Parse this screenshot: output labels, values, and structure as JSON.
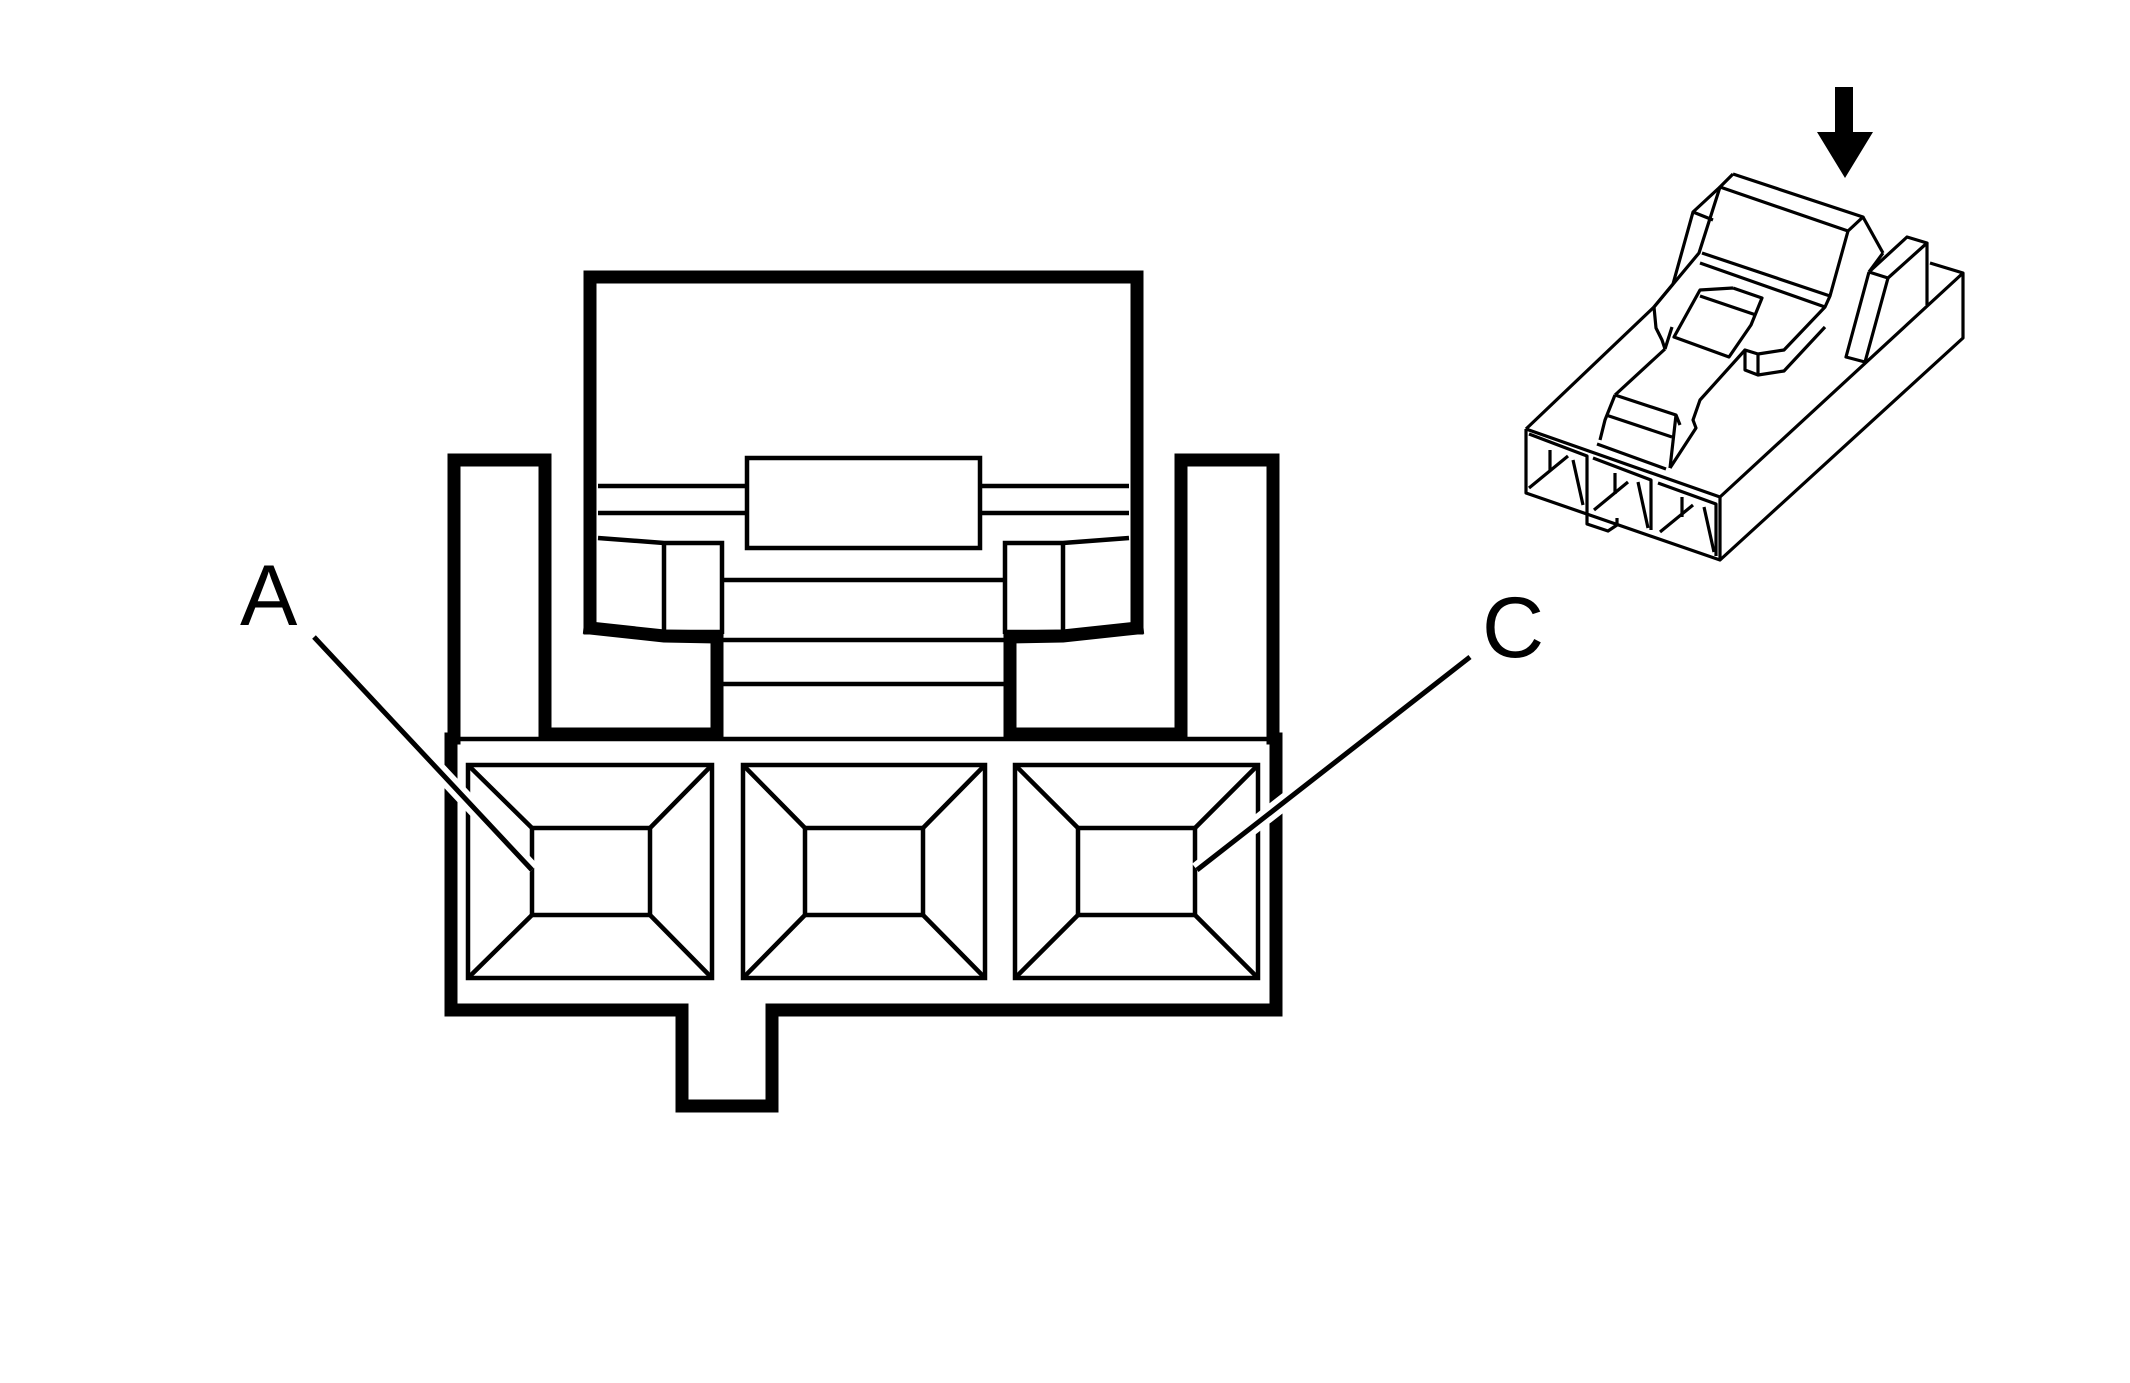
{
  "diagram": {
    "type": "electrical-connector-face-view",
    "cavity_count": 3,
    "labels": {
      "first_cavity": "A",
      "last_cavity": "C"
    },
    "inset": {
      "description": "isometric view of 3-way connector",
      "arrow": "down-arrow indicating view direction"
    },
    "colors": {
      "line": "#000000",
      "background": "#ffffff"
    }
  }
}
